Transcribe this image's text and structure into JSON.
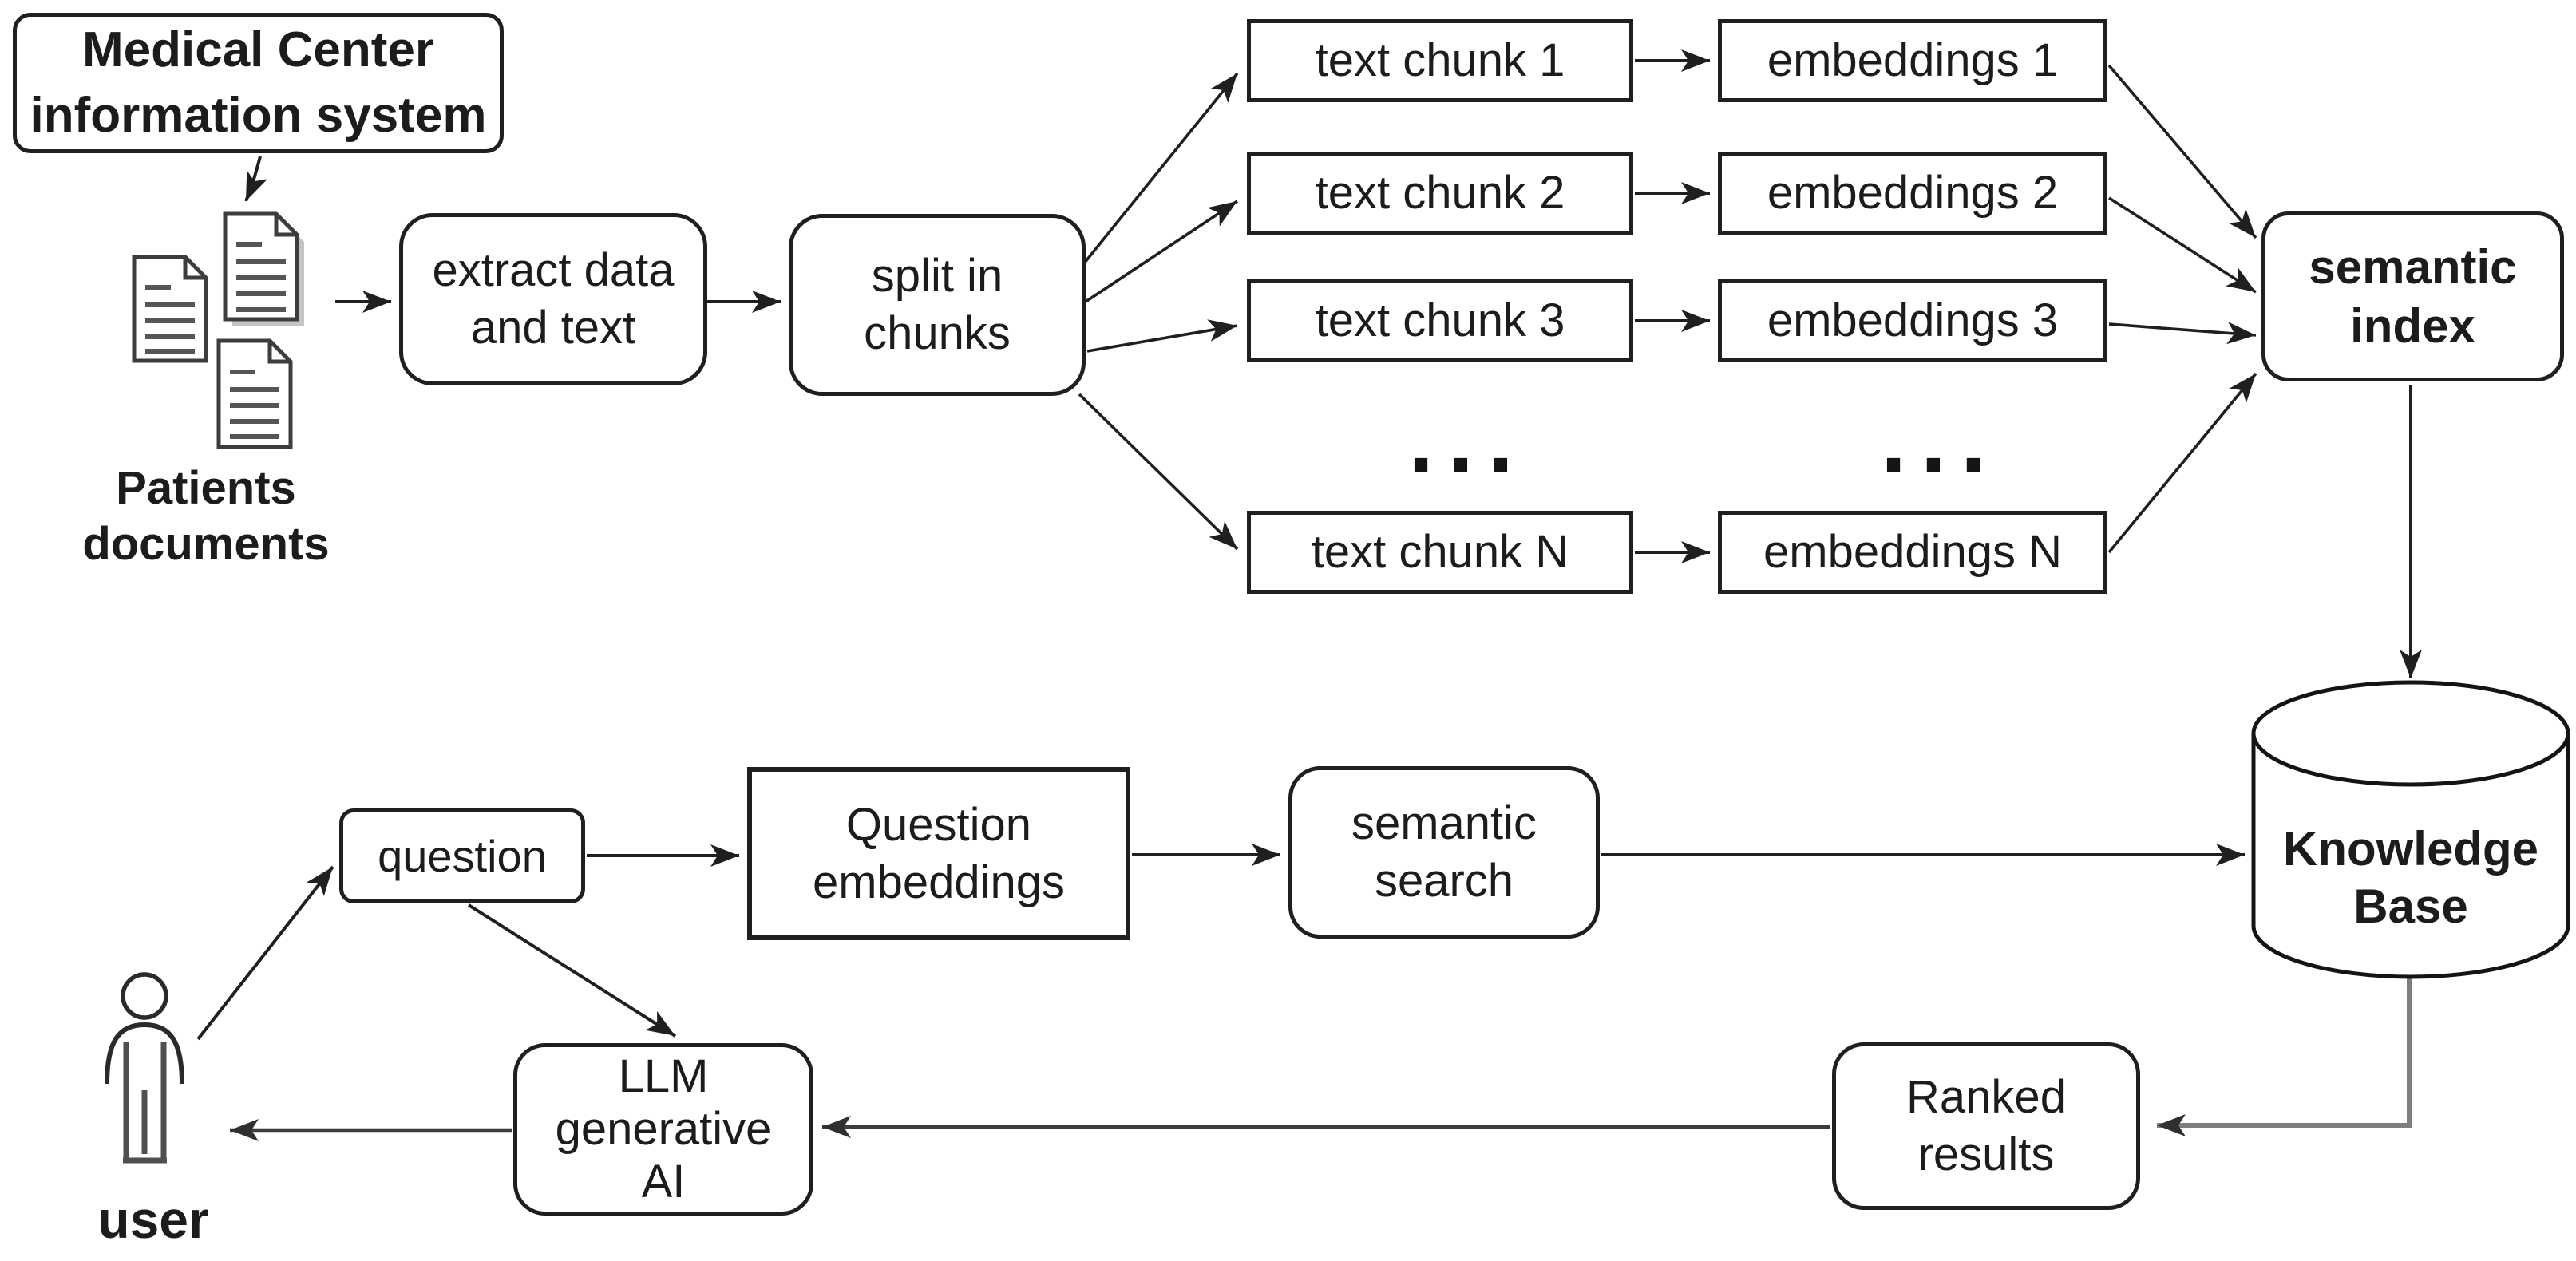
{
  "diagram": {
    "nodes": {
      "medical_center": {
        "lines": [
          "Medical Center",
          "information system"
        ]
      },
      "patients_documents": {
        "lines": [
          "Patients",
          "documents"
        ]
      },
      "extract_data": {
        "lines": [
          "extract data",
          "and text"
        ]
      },
      "split_in_chunks": {
        "lines": [
          "split in",
          "chunks"
        ]
      },
      "text_chunks": [
        {
          "label": "text chunk 1"
        },
        {
          "label": "text chunk 2"
        },
        {
          "label": "text chunk 3"
        },
        {
          "label": "text chunk N"
        }
      ],
      "embeddings": [
        {
          "label": "embeddings 1"
        },
        {
          "label": "embeddings 2"
        },
        {
          "label": "embeddings 3"
        },
        {
          "label": "embeddings N"
        }
      ],
      "ellipsis": "...",
      "semantic_index": {
        "lines": [
          "semantic",
          "index"
        ]
      },
      "knowledge_base": {
        "lines": [
          "Knowledge",
          "Base"
        ]
      },
      "question": {
        "label": "question"
      },
      "question_embeddings": {
        "lines": [
          "Question",
          "embeddings"
        ]
      },
      "semantic_search": {
        "lines": [
          "semantic",
          "search"
        ]
      },
      "ranked_results": {
        "lines": [
          "Ranked",
          "results"
        ]
      },
      "llm": {
        "lines": [
          "LLM",
          "generative",
          "AI"
        ]
      },
      "user": {
        "label": "user"
      }
    },
    "colors": {
      "line": "#1f1f1f",
      "dark_line": "#3c3c3c",
      "gray_line": "#7e7e7e",
      "text": "#1c1c1c",
      "doc_line": "#555555",
      "background": "#ffffff"
    }
  }
}
